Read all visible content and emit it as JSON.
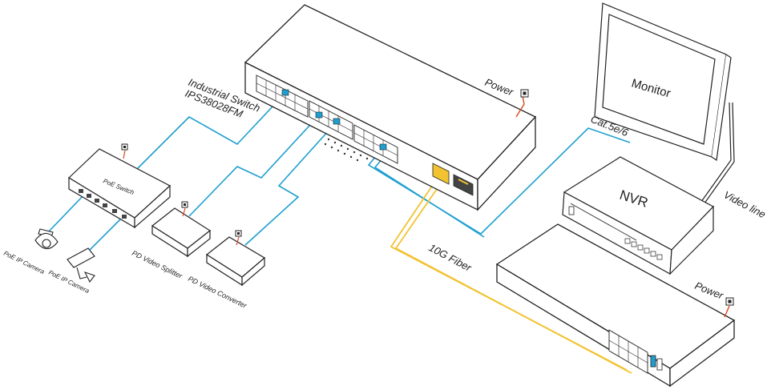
{
  "labels": {
    "industrial_switch_line1": "Industrial Switch",
    "industrial_switch_line2": "IPS38028FM",
    "power_top": "Power",
    "power_bottom": "Power",
    "cat_cable": "Cat.5e/6",
    "monitor": "Monitor",
    "nvr": "NVR",
    "video_line": "Video line",
    "fiber": "10G Fiber",
    "poe_switch": "PoE Switch",
    "camera_dome": "PoE IP Camera",
    "camera_bullet": "PoE IP Camera",
    "splitter": "PD Video Splitter",
    "converter": "PD Video Converter"
  },
  "colors": {
    "ethernet": "#1e9fd0",
    "fiber": "#f2c230",
    "power": "#d9461f",
    "outline": "#222222"
  },
  "icons": {
    "monitor": "monitor-icon",
    "nvr": "nvr-icon",
    "industrial_switch": "industrial-switch-icon",
    "poe_switch": "poe-switch-icon",
    "dome_camera": "dome-camera-icon",
    "bullet_camera": "bullet-camera-icon",
    "power_outlet": "power-outlet-icon"
  }
}
